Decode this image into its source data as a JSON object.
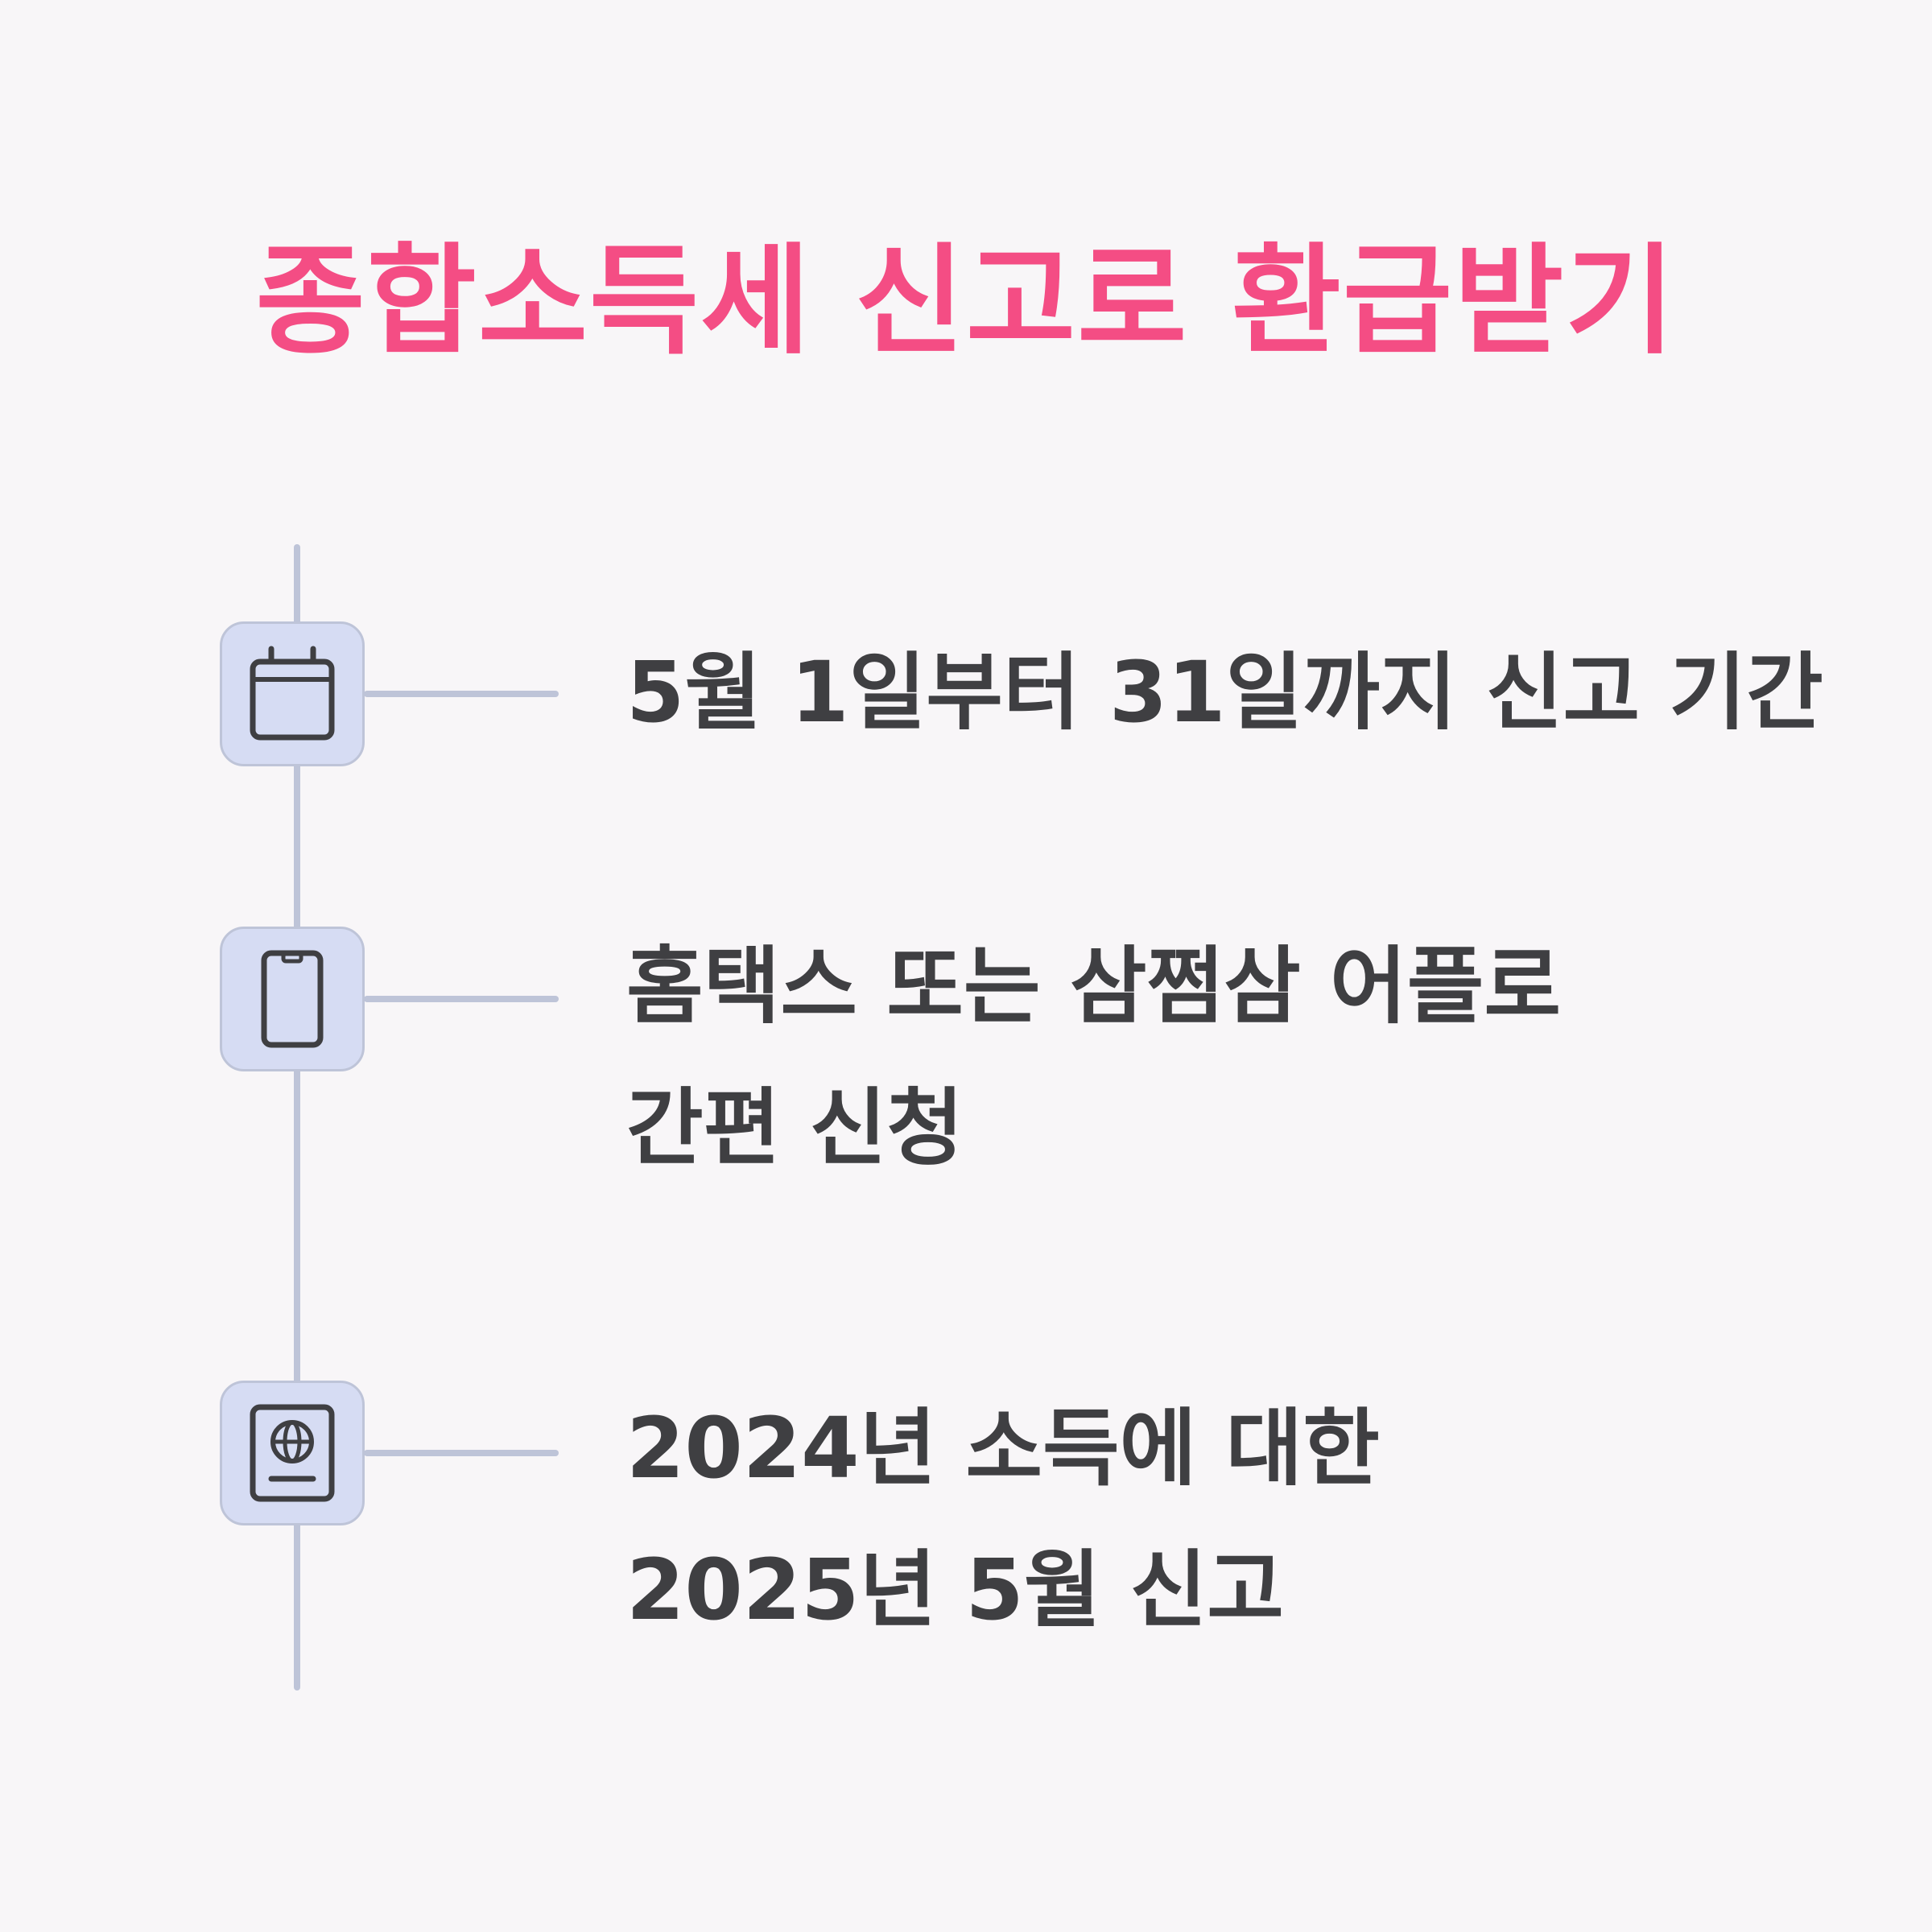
{
  "title": "종합소득세 신고로 환급받기",
  "colors": {
    "background": "#f8f6f8",
    "title": "#f44d84",
    "text": "#3f3f42",
    "timeline": "#bec4d8",
    "icon_box": "#d6dcf3"
  },
  "steps": [
    {
      "icon": "calendar-icon",
      "lines": [
        "5월 1일부터 31일까지 신고 기간"
      ]
    },
    {
      "icon": "smartphone-icon",
      "lines": [
        "홈택스 또는 삼쩜삼 어플로",
        "간편 신청"
      ]
    },
    {
      "icon": "passport-icon",
      "lines": [
        "2024년 소득에 대한",
        "2025년 5월 신고"
      ]
    }
  ]
}
